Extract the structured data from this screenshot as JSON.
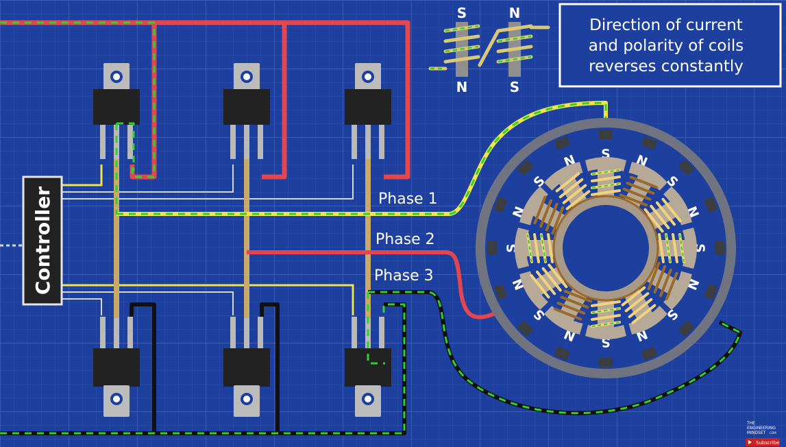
{
  "info_box": {
    "lines": [
      "Direction of current",
      "and polarity of coils",
      "reverses constantly"
    ]
  },
  "controller": {
    "label": "Controller"
  },
  "phases": {
    "p1": "Phase 1",
    "p2": "Phase 2",
    "p3": "Phase 3"
  },
  "mini_coils": {
    "top_left": "S",
    "top_right": "N",
    "bottom_left": "N",
    "bottom_right": "S"
  },
  "poles": {
    "north": "N",
    "south": "S"
  },
  "logo": {
    "line1": "THE",
    "line2": "ENGINEERING",
    "line3": "MINDSET",
    "suffix": ".COM",
    "subscribe": "Subscribe"
  },
  "colors": {
    "background": "#1d3f9e",
    "red_wire": "#e2464f",
    "yellow_wire": "#f1e34b",
    "green_dash": "#2fd12f",
    "black_wire": "#111111",
    "tan_bus": "#c8a96a",
    "stator": "#b6a998",
    "coil": "#f2d27a",
    "magnet": "#3b3d40"
  }
}
